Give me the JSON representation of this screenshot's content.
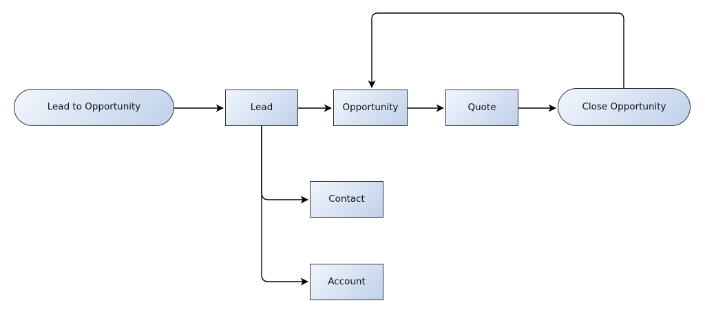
{
  "diagram": {
    "type": "flowchart",
    "nodes": {
      "lead_to_opportunity": {
        "label": "Lead to Opportunity",
        "shape": "terminator"
      },
      "lead": {
        "label": "Lead",
        "shape": "process"
      },
      "opportunity": {
        "label": "Opportunity",
        "shape": "process"
      },
      "quote": {
        "label": "Quote",
        "shape": "process"
      },
      "close_opportunity": {
        "label": "Close Opportunity",
        "shape": "terminator"
      },
      "contact": {
        "label": "Contact",
        "shape": "process"
      },
      "account": {
        "label": "Account",
        "shape": "process"
      }
    },
    "edges": [
      {
        "from": "Lead to Opportunity",
        "to": "Lead"
      },
      {
        "from": "Lead",
        "to": "Opportunity"
      },
      {
        "from": "Opportunity",
        "to": "Quote"
      },
      {
        "from": "Quote",
        "to": "Close Opportunity"
      },
      {
        "from": "Close Opportunity",
        "to": "Opportunity",
        "note": "loop-back"
      },
      {
        "from": "Lead",
        "to": "Contact"
      },
      {
        "from": "Lead",
        "to": "Account"
      }
    ]
  },
  "colors": {
    "node_fill_top": "#f2f6fc",
    "node_fill_bottom": "#c0d1ea",
    "node_border": "#2e3436",
    "connector_color": "#000000",
    "text_color": "#0e1116"
  }
}
